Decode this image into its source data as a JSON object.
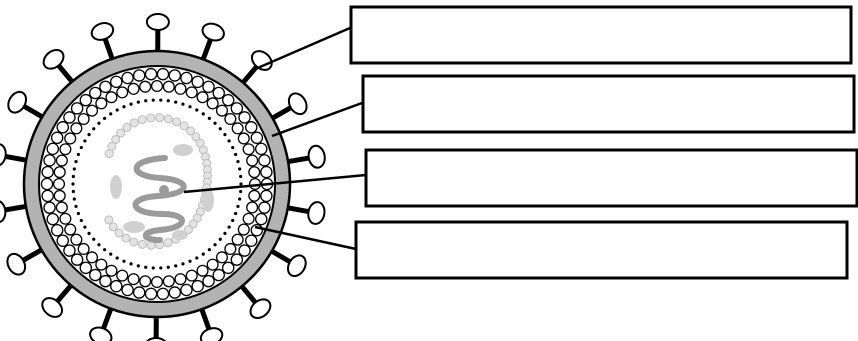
{
  "diagram": {
    "kind": "virus-structure-worksheet",
    "colors": {
      "outline": "#000000",
      "envelope": "#b3b3b3",
      "interior": "#ffffff",
      "genome": "#999999",
      "genome_light": "#c8c8c8",
      "spike_head": "#ffffff"
    },
    "parts": [
      "envelope-spikes",
      "lipid-envelope",
      "capsid",
      "genetic-material"
    ],
    "answer_boxes": [
      {
        "id": "box-1",
        "text": ""
      },
      {
        "id": "box-2",
        "text": ""
      },
      {
        "id": "box-3",
        "text": ""
      },
      {
        "id": "box-4",
        "text": ""
      }
    ]
  }
}
